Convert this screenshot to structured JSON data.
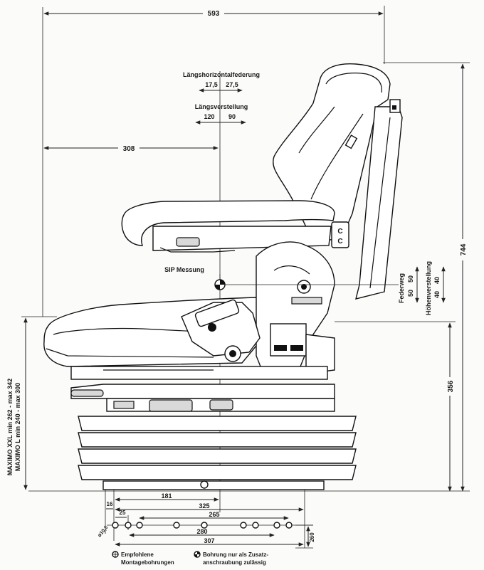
{
  "dimensions": {
    "overall_length": "593",
    "overall_height": "744",
    "front_to_backrest": "308",
    "base_height": "356",
    "base_181": "181",
    "base_325": "325",
    "base_265": "265",
    "base_280": "280",
    "base_307": "307",
    "base_16": "16",
    "base_25": "25",
    "base_260": "260",
    "hole_diameter": "⌀10,5"
  },
  "labels": {
    "horizontal_suspension": "Längshorizontalfederung",
    "horiz_left": "17,5",
    "horiz_right": "27,5",
    "longitudinal_adjust": "Längsverstellung",
    "long_left": "120",
    "long_right": "90",
    "sip": "SIP Messung",
    "spring_travel": "Federweg",
    "spring_left": "50",
    "spring_right": "50",
    "height_adjust": "Höhenverstellung",
    "height_left": "40",
    "height_right": "40",
    "maximo_xxl": "MAXIMO XXL  min 262 - max 342",
    "maximo_l": "MAXIMO L      min 240 - max 300"
  },
  "legend": {
    "recommended_line1": "Empfohlene",
    "recommended_line2": "Montagebohrungen",
    "additional_line1": "Bohrung nur als Zusatz-",
    "additional_line2": "anschraubung zulässig"
  }
}
